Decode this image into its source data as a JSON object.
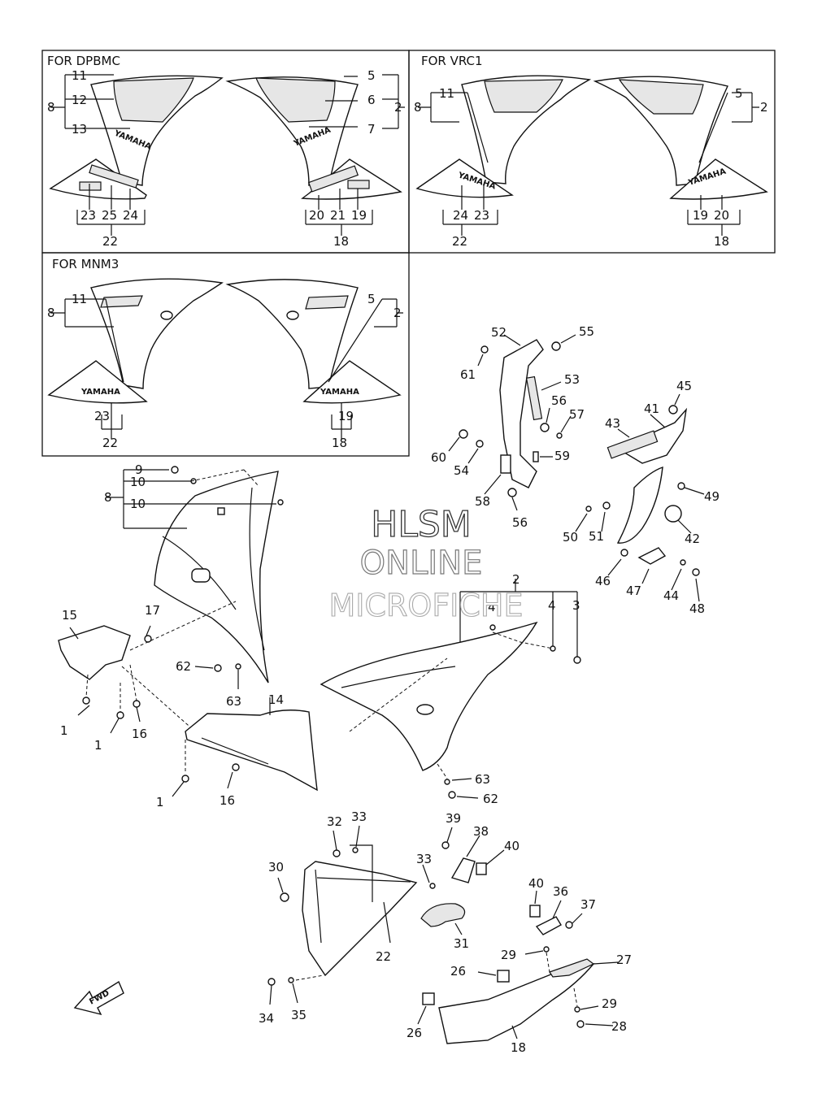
{
  "panels": {
    "dpbmc": "FOR DPBMC",
    "vrc1": "FOR VRC1",
    "mnm3": "FOR MNM3"
  },
  "watermark": {
    "line1": "HLSM",
    "line2": "ONLINE",
    "line3": "MICROFICHE"
  },
  "decal_text": {
    "yamaha": "YAMAHA"
  },
  "fwd_label": "FWD",
  "labels": {
    "p1_11": "11",
    "p1_12": "12",
    "p1_13": "13",
    "p1_8": "8",
    "p1_5": "5",
    "p1_6": "6",
    "p1_7": "7",
    "p1_2": "2",
    "p1_23": "23",
    "p1_25": "25",
    "p1_24": "24",
    "p1_22": "22",
    "p1_20": "20",
    "p1_21": "21",
    "p1_19": "19",
    "p1_18": "18",
    "p2_11": "11",
    "p2_8": "8",
    "p2_5": "5",
    "p2_2": "2",
    "p2_24": "24",
    "p2_23": "23",
    "p2_22": "22",
    "p2_19": "19",
    "p2_20": "20",
    "p2_18": "18",
    "p3_11": "11",
    "p3_8": "8",
    "p3_5": "5",
    "p3_2": "2",
    "p3_23": "23",
    "p3_22": "22",
    "p3_19": "19",
    "p3_18": "18",
    "m_9": "9",
    "m_10a": "10",
    "m_10b": "10",
    "m_8": "8",
    "m_15": "15",
    "m_17": "17",
    "m_62a": "62",
    "m_63a": "63",
    "m_1a": "1",
    "m_1b": "1",
    "m_16a": "16",
    "m_14": "14",
    "m_1c": "1",
    "m_16b": "16",
    "m_2": "2",
    "m_4a": "4",
    "m_4b": "4",
    "m_3": "3",
    "m_63b": "63",
    "m_62b": "62",
    "m_52": "52",
    "m_55": "55",
    "m_61": "61",
    "m_53": "53",
    "m_56a": "56",
    "m_57": "57",
    "m_60": "60",
    "m_54": "54",
    "m_59": "59",
    "m_58": "58",
    "m_56b": "56",
    "m_45": "45",
    "m_41": "41",
    "m_43": "43",
    "m_49": "49",
    "m_50": "50",
    "m_51": "51",
    "m_42": "42",
    "m_46": "46",
    "m_47": "47",
    "m_44": "44",
    "m_48": "48",
    "m_32": "32",
    "m_33a": "33",
    "m_39": "39",
    "m_38": "38",
    "m_40a": "40",
    "m_30": "30",
    "m_33b": "33",
    "m_22": "22",
    "m_31": "31",
    "m_34": "34",
    "m_35": "35",
    "m_40b": "40",
    "m_36": "36",
    "m_37": "37",
    "m_29a": "29",
    "m_27": "27",
    "m_26a": "26",
    "m_29b": "29",
    "m_28": "28",
    "m_26b": "26",
    "m_18": "18"
  }
}
